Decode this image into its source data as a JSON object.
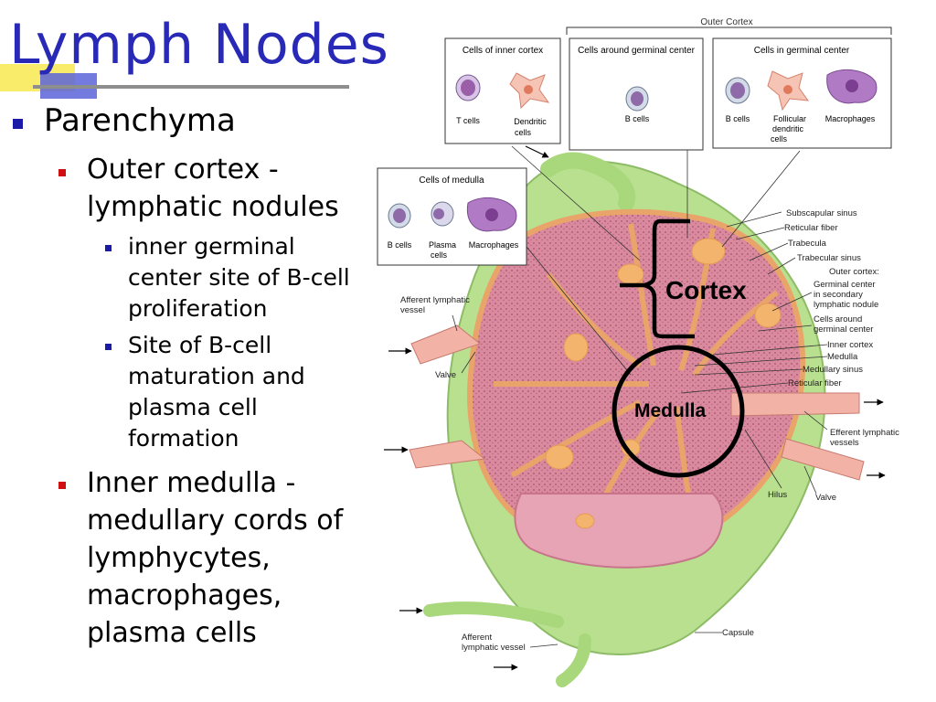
{
  "slide": {
    "title": "Lymph Nodes",
    "bullets": {
      "level1": "Parenchyma",
      "outer_cortex": "Outer cortex - lymphatic nodules",
      "germinal": "inner germinal center site of B-cell proliferation",
      "maturation": "Site of B-cell maturation and plasma cell formation",
      "inner_medulla": "Inner medulla - medullary cords of lymphycytes, macrophages, plasma cells"
    },
    "colors": {
      "title": "#2929b8",
      "bullet_l1": "#1a1aa6",
      "bullet_l2": "#d01010"
    }
  },
  "figure": {
    "outer_cortex_header": "Outer Cortex",
    "boxes": {
      "inner_cortex": {
        "title": "Cells of inner cortex",
        "cells": [
          "T cells",
          "Dendritic cells"
        ]
      },
      "around_germinal": {
        "title": "Cells around germinal center",
        "cells": [
          "B cells"
        ]
      },
      "in_germinal": {
        "title": "Cells in germinal center",
        "cells": [
          "B cells",
          "Follicular dendritic cells",
          "Macrophages"
        ]
      },
      "medulla": {
        "title": "Cells of medulla",
        "cells": [
          "B cells",
          "Plasma cells",
          "Macrophages"
        ]
      }
    },
    "overlay": {
      "cortex": "Cortex",
      "medulla": "Medulla"
    },
    "labels": {
      "afferent_top": "Afferent lymphatic vessel",
      "valve_left": "Valve",
      "afferent_bottom": "Afferent lymphatic vessel",
      "subscapular_sinus": "Subscapular sinus",
      "reticular_fiber_1": "Reticular fiber",
      "trabecula": "Trabecula",
      "trabecular_sinus": "Trabecular sinus",
      "outer_cortex": "Outer cortex:",
      "germinal_center": "Germinal center in secondary lymphatic nodule",
      "cells_around": "Cells around germinal center",
      "inner_cortex": "Inner cortex",
      "medulla": "Medulla",
      "medullary_sinus": "Medullary sinus",
      "reticular_fiber_2": "Reticular fiber",
      "efferent": "Efferent lymphatic vessels",
      "hilus": "Hilus",
      "valve_right": "Valve",
      "capsule": "Capsule"
    }
  }
}
